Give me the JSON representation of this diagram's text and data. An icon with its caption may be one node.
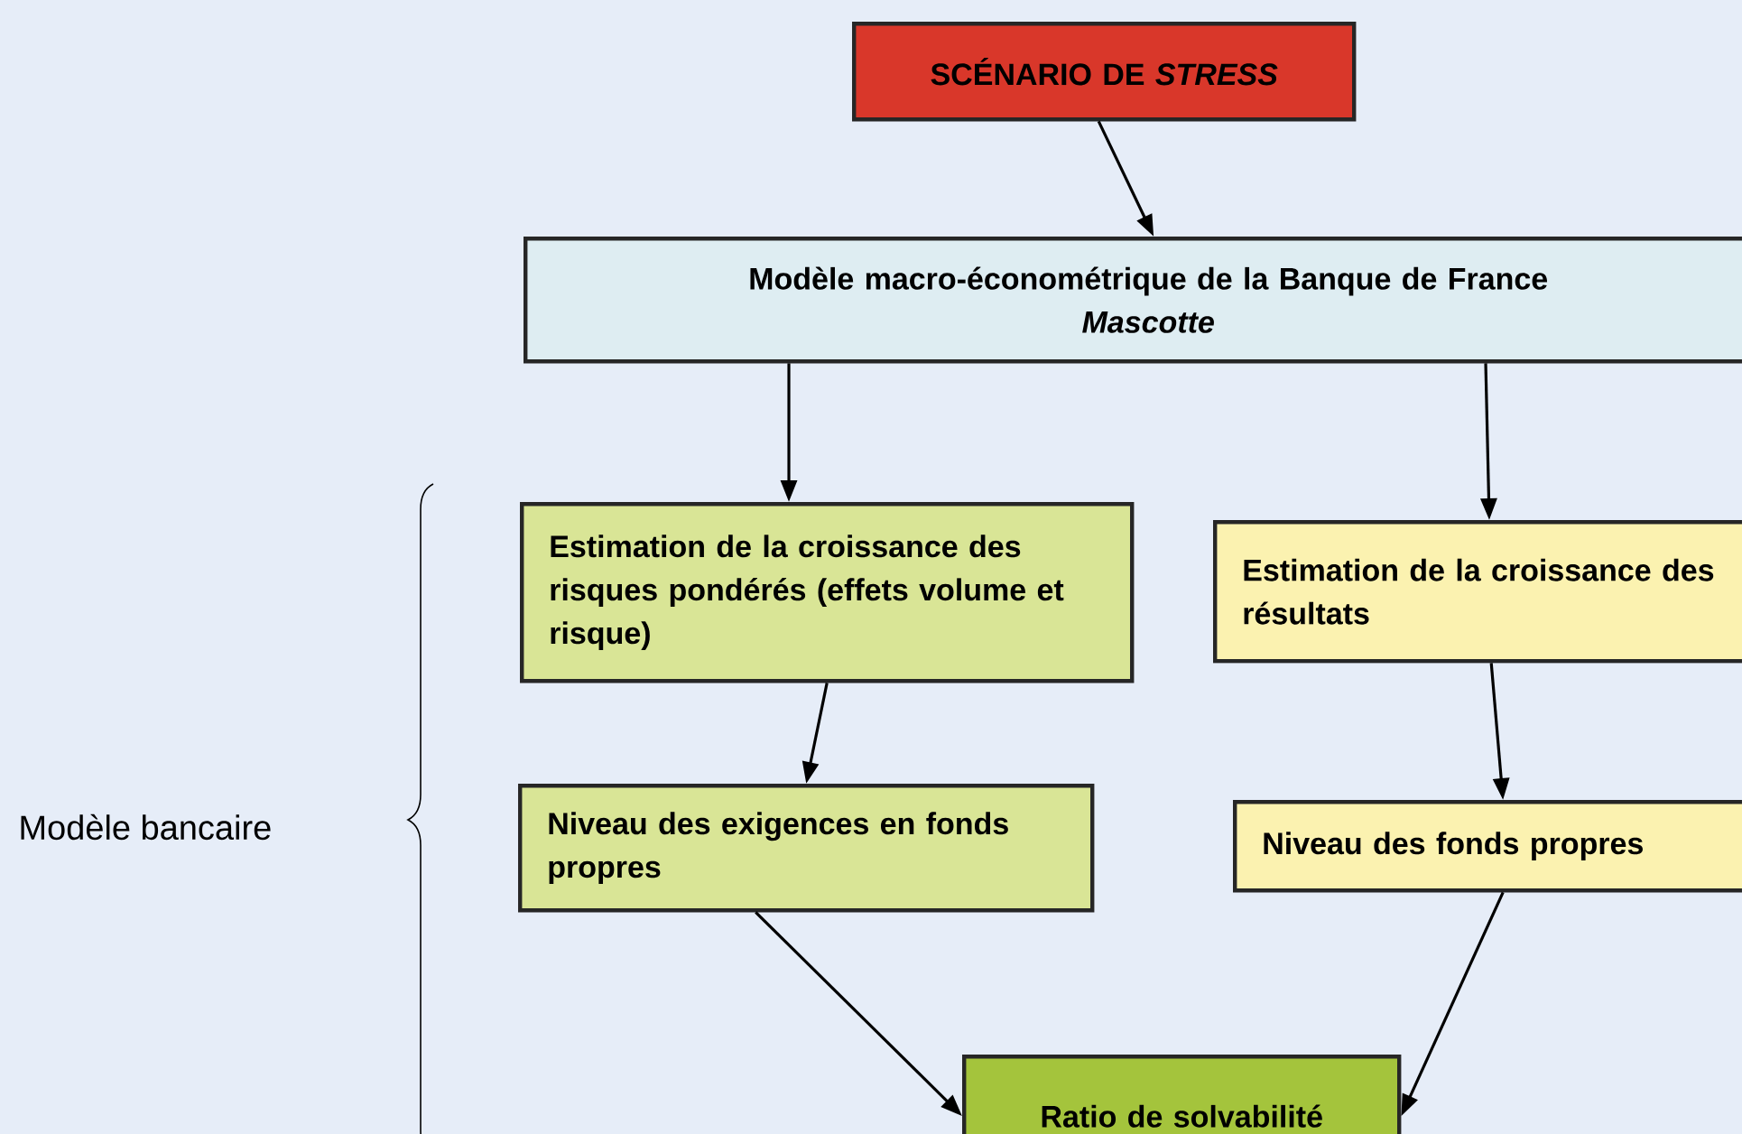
{
  "diagram": {
    "nodes": [
      {
        "text": [
          "SCÉNARIO DE *STRESS*"
        ]
      },
      {
        "text": [
          "Modèle macro-économétrique de la Banque de France",
          "Mascotte"
        ]
      },
      {
        "text": [
          "Estimation de la croissance des risques pondérés (effets volume et risque)"
        ]
      },
      {
        "text": [
          "Estimation de la croissance des résultats"
        ]
      },
      {
        "text": [
          "Niveau des exigences en fonds propres"
        ]
      },
      {
        "text": [
          "Niveau des fonds propres"
        ]
      },
      {
        "text": [
          "Ratio de solvabilité"
        ]
      }
    ],
    "edges": [
      {
        "from": 0,
        "to": 1,
        "arrow": "to"
      },
      {
        "from": 1,
        "to": 2,
        "arrow": "to"
      },
      {
        "from": 1,
        "to": 3,
        "arrow": "to"
      },
      {
        "from": 2,
        "to": 4,
        "arrow": "to"
      },
      {
        "from": 3,
        "to": 5,
        "arrow": "to"
      },
      {
        "from": 4,
        "to": 6,
        "arrow": "to"
      },
      {
        "from": 5,
        "to": 6,
        "arrow": "to"
      }
    ],
    "labels": [
      "Modèle bancaire"
    ]
  }
}
